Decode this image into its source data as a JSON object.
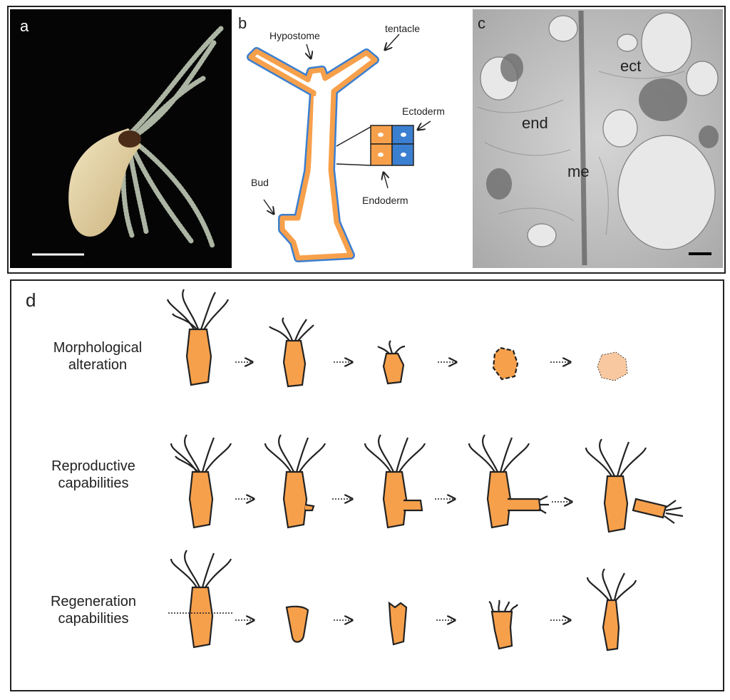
{
  "panels": {
    "a": {
      "letter": "a"
    },
    "b": {
      "letter": "b",
      "labels": {
        "hypostome": "Hypostome",
        "tentacle": "tentacle",
        "ectoderm": "Ectoderm",
        "endoderm": "Endoderm",
        "bud": "Bud"
      }
    },
    "c": {
      "letter": "c",
      "labels": {
        "end": "end",
        "ect": "ect",
        "me": "me"
      }
    },
    "d": {
      "letter": "d",
      "rows": [
        {
          "line1": "Morphological",
          "line2": "alteration"
        },
        {
          "line1": "Reproductive",
          "line2": "capabilities"
        },
        {
          "line1": "Regeneration",
          "line2": "capabilities"
        }
      ]
    }
  },
  "colors": {
    "endoderm_orange": "#f7a04b",
    "ectoderm_blue": "#3b7fd0",
    "faded_orange": "#f8c9a0",
    "photo_bg": "#050505",
    "em_gray": "#b8b8b8"
  }
}
